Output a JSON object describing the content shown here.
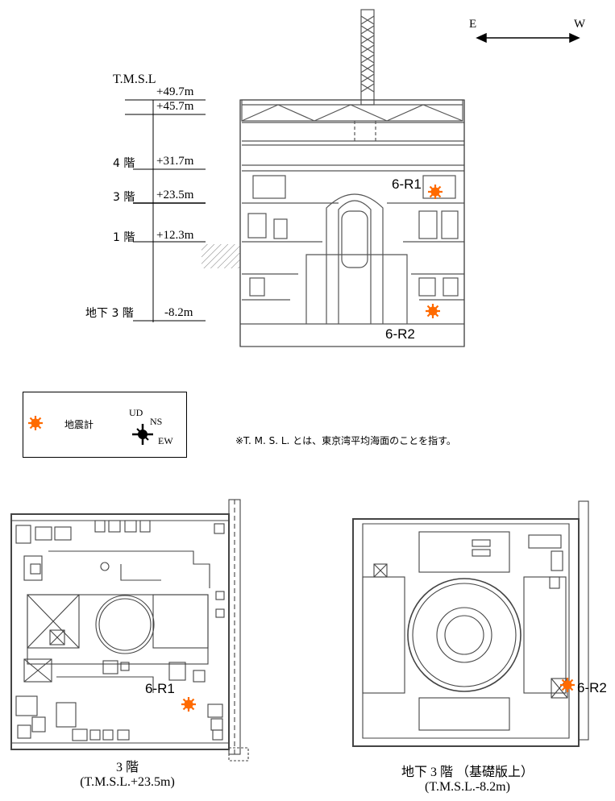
{
  "direction": {
    "east": "E",
    "west": "W"
  },
  "elevation": {
    "reference": "T.M.S.L",
    "levels": [
      {
        "floor": "",
        "value": "+49.7m"
      },
      {
        "floor": "",
        "value": "+45.7m"
      },
      {
        "floor": "4 階",
        "value": "+31.7m"
      },
      {
        "floor": "3 階",
        "value": "+23.5m"
      },
      {
        "floor": "1 階",
        "value": "+12.3m"
      },
      {
        "floor": "地下 3 階",
        "value": "-8.2m"
      }
    ]
  },
  "sensors": {
    "r1": "6-R1",
    "r2": "6-R2"
  },
  "legend": {
    "label": "地震計",
    "ud": "UD",
    "ns": "NS",
    "ew": "EW"
  },
  "note": "※T. M. S. L. とは、東京湾平均海面のことを指す。",
  "plans": {
    "left": {
      "title": "3 階",
      "subtitle": "(T.M.S.L.+23.5m)"
    },
    "right": {
      "title": "地下 3 階 （基礎版上）",
      "subtitle": "(T.M.S.L.-8.2m)"
    }
  },
  "colors": {
    "sensor": "#ff6a00",
    "line": "#000000",
    "wall": "#444444"
  }
}
